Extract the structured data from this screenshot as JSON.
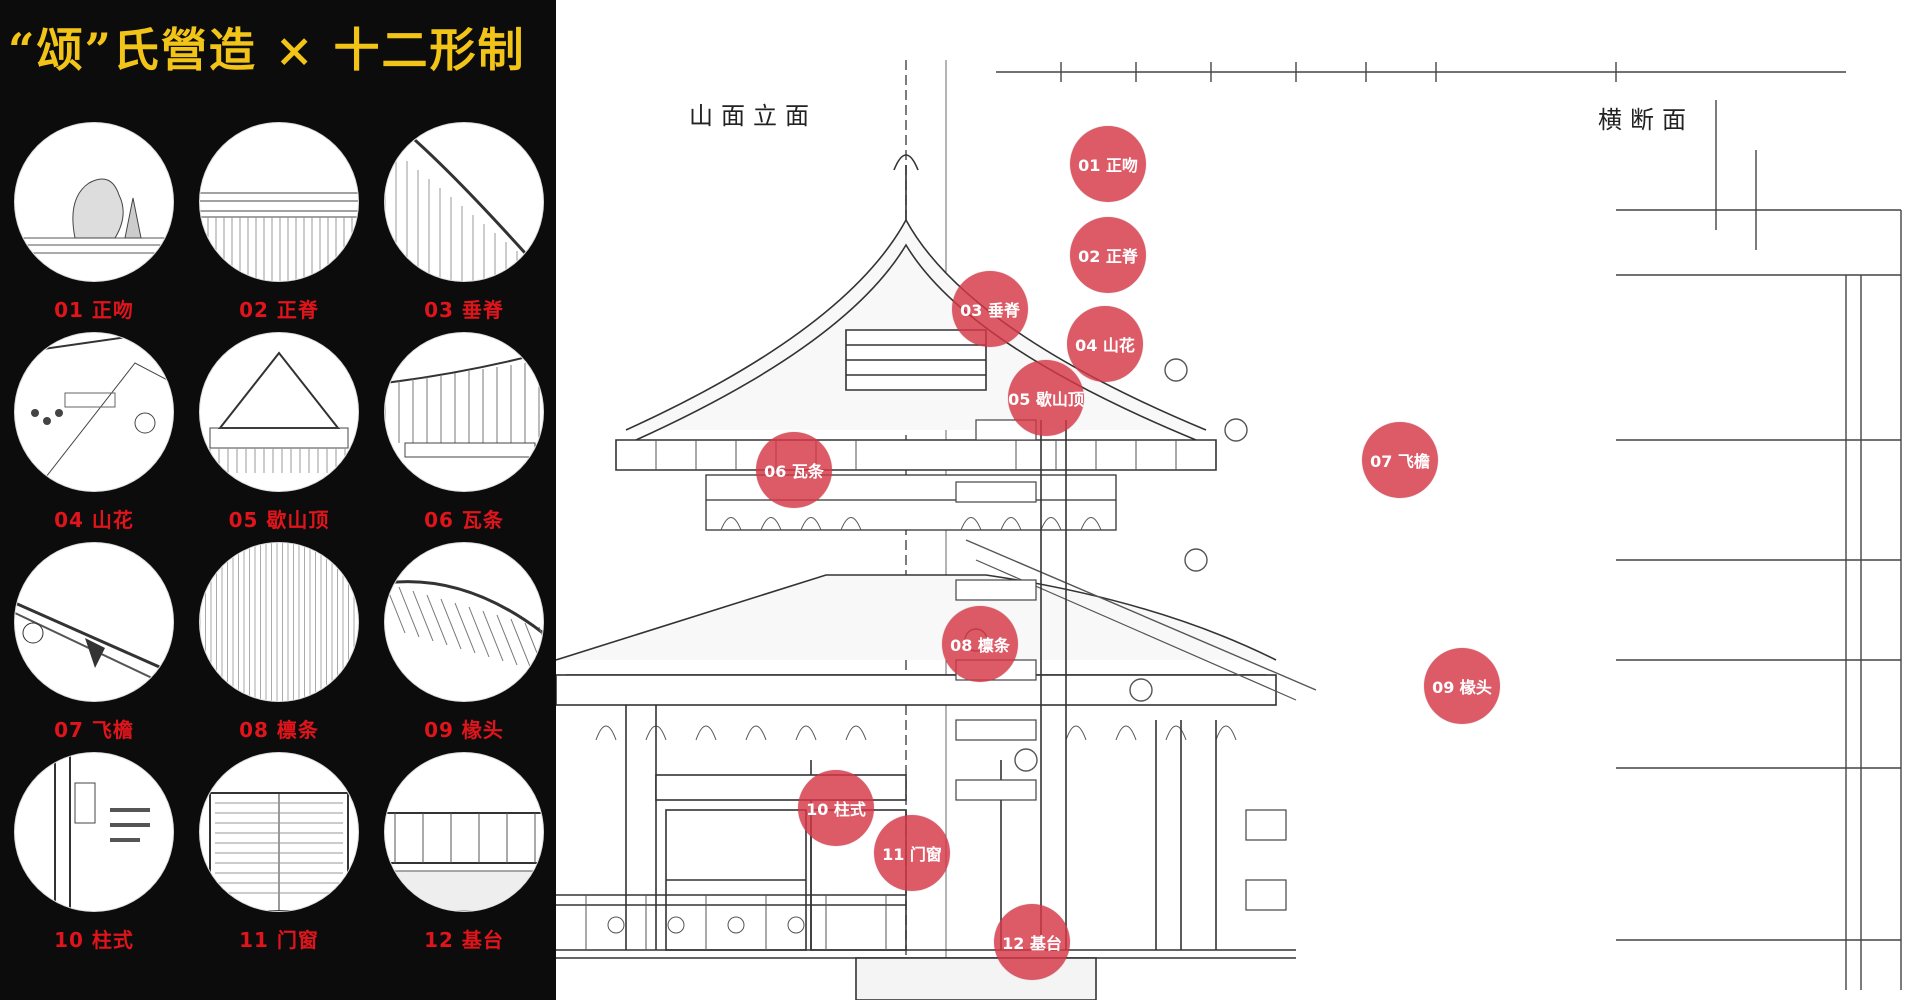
{
  "title": "“颂”氏營造 × 十二形制",
  "drawing": {
    "left_heading": "山面立面",
    "right_heading": "横断面"
  },
  "colors": {
    "panel_bg": "#0c0c0c",
    "title": "#f2c418",
    "label": "#e0141b",
    "marker": "#d63645"
  },
  "components": [
    {
      "num": "01",
      "name": "正吻"
    },
    {
      "num": "02",
      "name": "正脊"
    },
    {
      "num": "03",
      "name": "垂脊"
    },
    {
      "num": "04",
      "name": "山花"
    },
    {
      "num": "05",
      "name": "歇山顶"
    },
    {
      "num": "06",
      "name": "瓦条"
    },
    {
      "num": "07",
      "name": "飞檐"
    },
    {
      "num": "08",
      "name": "檩条"
    },
    {
      "num": "09",
      "name": "椽头"
    },
    {
      "num": "10",
      "name": "柱式"
    },
    {
      "num": "11",
      "name": "门窗"
    },
    {
      "num": "12",
      "name": "基台"
    }
  ]
}
